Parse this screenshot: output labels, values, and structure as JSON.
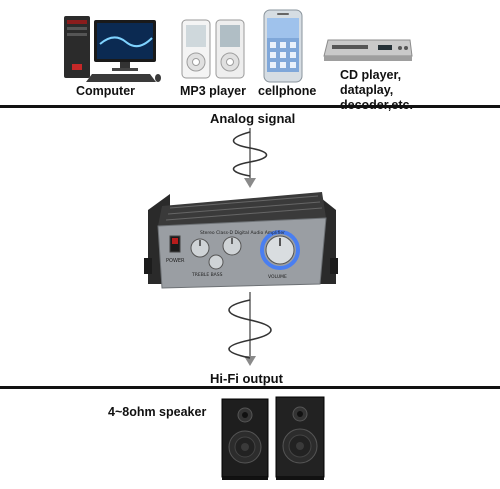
{
  "sources": [
    {
      "label": "Computer",
      "icon": "desktop-computer-icon"
    },
    {
      "label": "MP3 player",
      "icon": "mp3-player-icon"
    },
    {
      "label": "cellphone",
      "icon": "smartphone-icon"
    },
    {
      "label_lines": [
        "CD player,",
        "dataplay,",
        "decoder,etc."
      ],
      "icon": "cd-player-icon"
    }
  ],
  "signals": {
    "input_label": "Analog signal",
    "output_label": "Hi-Fi output"
  },
  "amplifier": {
    "icon": "mini-amplifier-icon",
    "color": "#9a9ea3"
  },
  "output": {
    "label": "4~8ohm speaker",
    "icon": "speaker-pair-icon"
  },
  "colors": {
    "divider": "#111111",
    "arrow": "#8a8a8a",
    "knob_glow": "#3b78ff"
  }
}
